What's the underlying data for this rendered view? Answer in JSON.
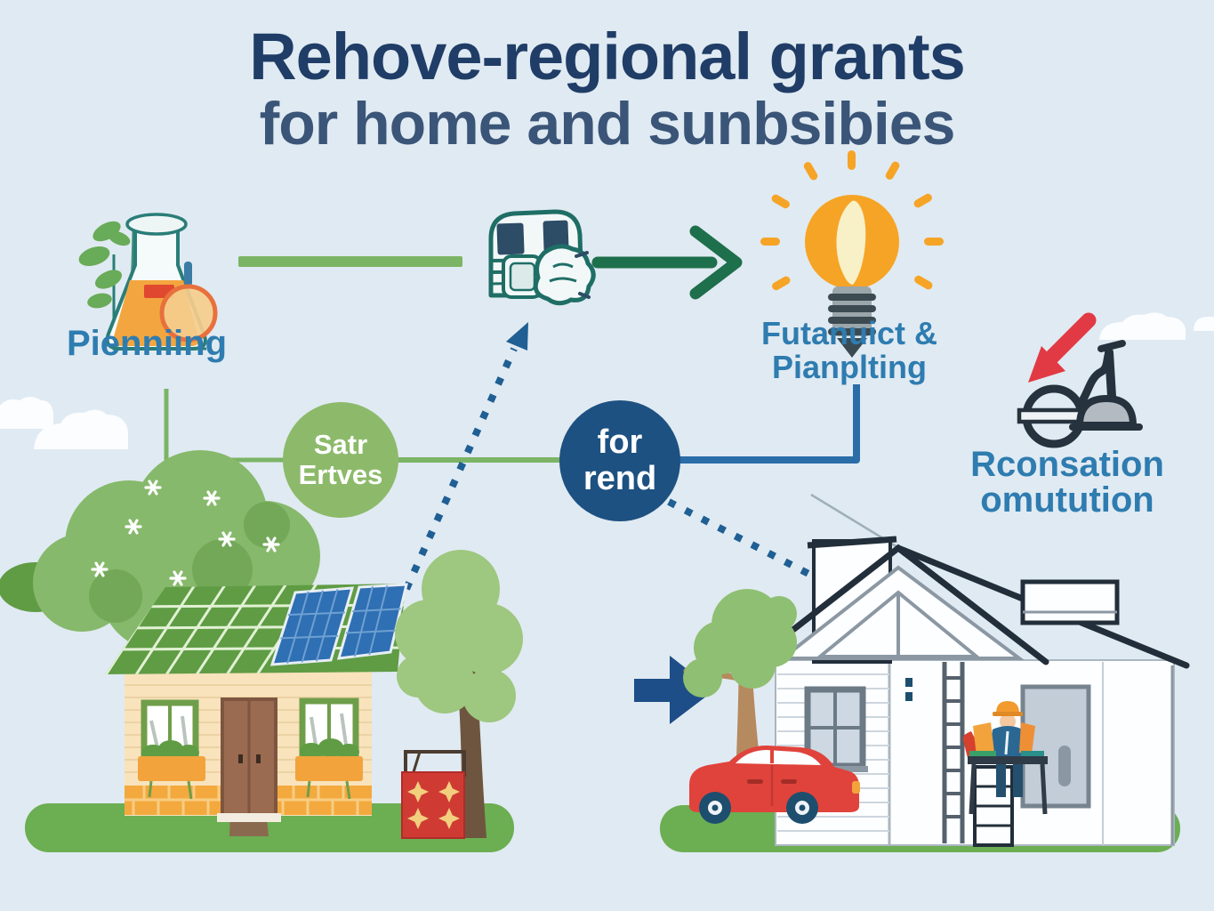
{
  "title": {
    "line1": "Rehove-regional grants",
    "line2": "for home and sunbsibies"
  },
  "flow": {
    "planning": {
      "label": "Pienniing",
      "icon": "flask-plant-magnifier-icon"
    },
    "vehicle": {
      "icon": "camper-van-icon"
    },
    "funding": {
      "line1": "Futanuict &",
      "line2": "Pianplting",
      "icon": "lightbulb-icon"
    },
    "renovation": {
      "line1": "Rconsation",
      "line2": "omutution",
      "icon": "red-arrow-wheel-plunger-icon"
    },
    "green_badge": {
      "line1": "Satr",
      "line2": "Ertves"
    },
    "blue_badge": {
      "line1": "for",
      "line2": "rend"
    }
  },
  "icons": {
    "flask_icon": "erlenmeyer-flask-with-plant-and-magnifier",
    "camper_icon": "camper-van-outline",
    "lightbulb_icon": "glowing-lightbulb-with-rays",
    "red_arrow_icon": "thick-red-arrow-down-left",
    "tool_icon": "wheel-and-plunger-outline",
    "green_arrow_icon": "dark-green-right-arrow",
    "navy_arrow_icon": "navy-right-arrow",
    "dashed_arrow_icon": "blue-dashed-arrow-up"
  },
  "colors": {
    "background": "#e0eaf2",
    "title": "#1f3d66",
    "subtitle": "#3a5578",
    "label_blue": "#2e7cb0",
    "green_connector": "#7cb465",
    "dark_green_arrow": "#1e6f4b",
    "blue_connector": "#2a6da8",
    "green_badge": "#8cba6a",
    "blue_badge": "#1d5181",
    "navy_arrow": "#1d4e87",
    "red_accent": "#e23a44",
    "bulb_orange": "#f6a426",
    "camper_teal": "#1f6e66",
    "grass_green": "#6cae52",
    "solar_blue": "#2f6fb3",
    "house_wall_cream": "#f8e3bc",
    "car_red": "#e0433b"
  }
}
